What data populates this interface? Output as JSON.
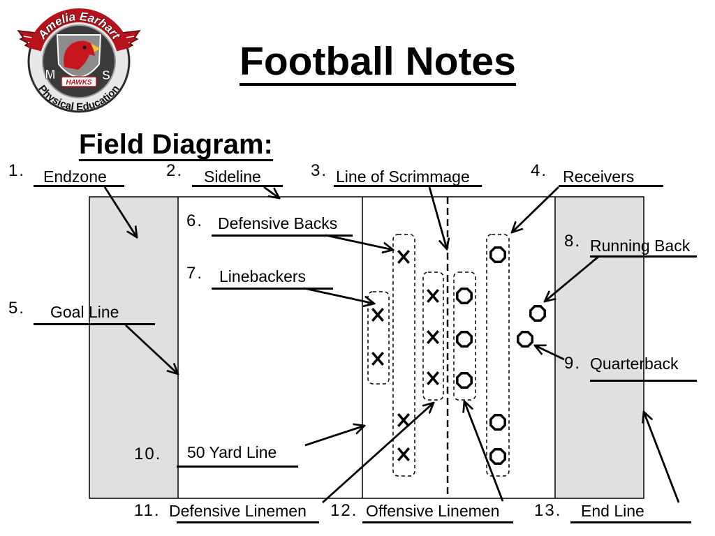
{
  "title": "Football Notes",
  "heading": "Field Diagram:",
  "logo": {
    "top_text": "Amelia Earhart",
    "bottom_text": "Physical Education",
    "left_letter": "M",
    "right_letter": "S",
    "banner_text": "HAWKS"
  },
  "labels": [
    {
      "number": "1.",
      "answer": "Endzone"
    },
    {
      "number": "2.",
      "answer": "Sideline"
    },
    {
      "number": "3.",
      "answer": "Line of Scrimmage"
    },
    {
      "number": "4.",
      "answer": "Receivers"
    },
    {
      "number": "5.",
      "answer": "Goal Line"
    },
    {
      "number": "6.",
      "answer": "Defensive Backs"
    },
    {
      "number": "7.",
      "answer": "Linebackers"
    },
    {
      "number": "8.",
      "answer": "Running Back"
    },
    {
      "number": "9.",
      "answer": "Quarterback"
    },
    {
      "number": "10.",
      "answer": "50 Yard Line"
    },
    {
      "number": "11.",
      "answer": "Defensive Linemen"
    },
    {
      "number": "12.",
      "answer": "Offensive Linemen"
    },
    {
      "number": "13.",
      "answer": "End Line"
    }
  ],
  "colors": {
    "endzone_fill": "#e0e0e0",
    "logo_red": "#b5121b"
  }
}
